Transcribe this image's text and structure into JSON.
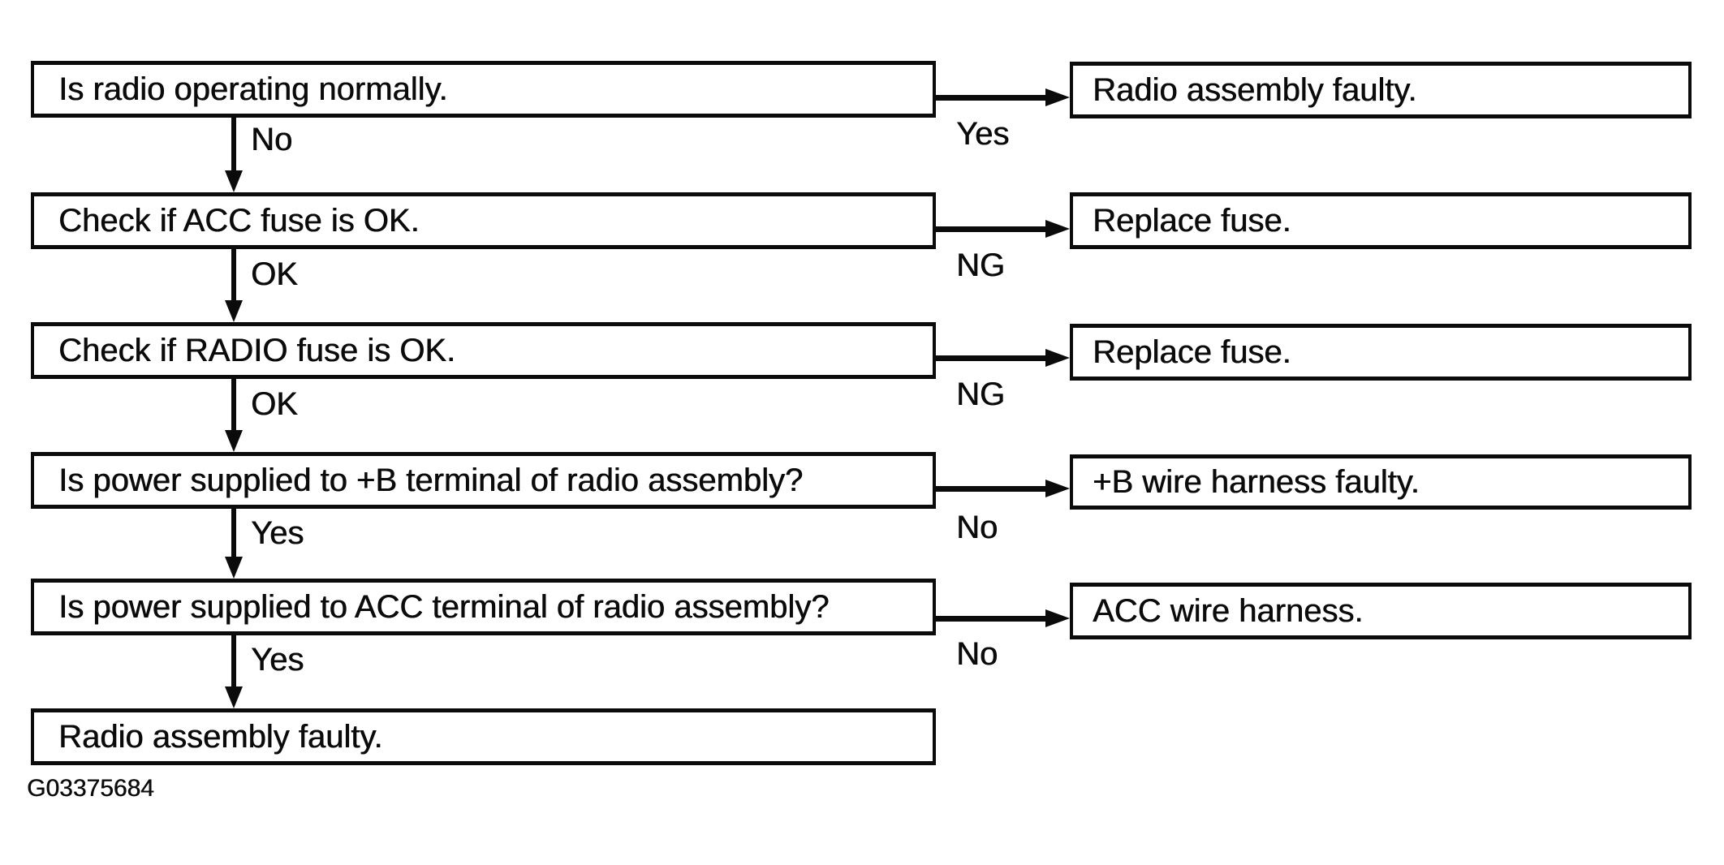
{
  "figure_id": "G03375684",
  "colors": {
    "ink": "#0b0b0b",
    "paper": "#ffffff"
  },
  "flow": {
    "type": "troubleshooting-flowchart",
    "rows": [
      {
        "question": "Is radio operating normally.",
        "branch_label": "Yes",
        "result": "Radio assembly faulty.",
        "down_label": "No"
      },
      {
        "question": "Check if ACC fuse is OK.",
        "branch_label": "NG",
        "result": "Replace fuse.",
        "down_label": "OK"
      },
      {
        "question": "Check if RADIO fuse is OK.",
        "branch_label": "NG",
        "result": "Replace fuse.",
        "down_label": "OK"
      },
      {
        "question": "Is power supplied to +B terminal of radio assembly?",
        "branch_label": "No",
        "result": "+B wire harness faulty.",
        "down_label": "Yes"
      },
      {
        "question": "Is power supplied to ACC terminal of radio assembly?",
        "branch_label": "No",
        "result": "ACC wire harness.",
        "down_label": "Yes"
      },
      {
        "question": "Radio assembly faulty."
      }
    ]
  }
}
